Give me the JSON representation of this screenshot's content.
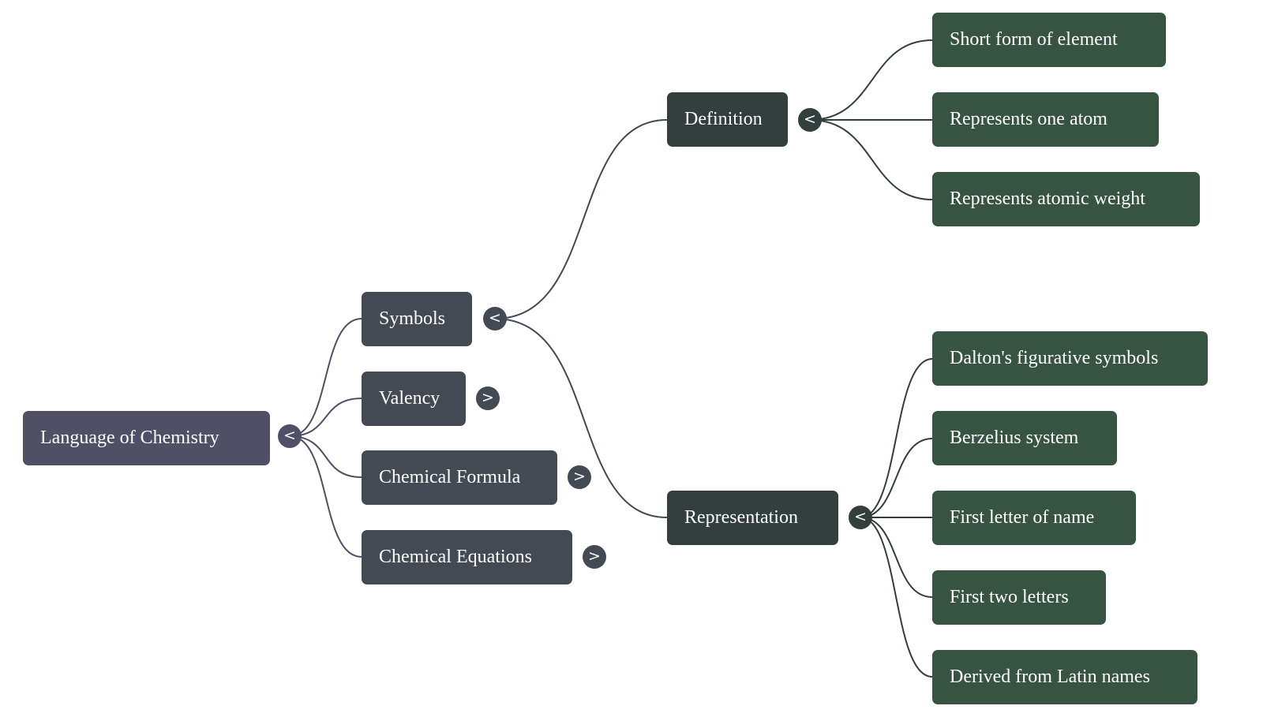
{
  "root": {
    "label": "Language of Chemistry",
    "toggle": "<",
    "toggle_icon": "collapse-icon",
    "children": [
      {
        "label": "Symbols",
        "toggle": "<",
        "toggle_icon": "collapse-icon",
        "expanded": true,
        "children": [
          {
            "label": "Definition",
            "toggle": "<",
            "expanded": true,
            "children": [
              {
                "label": "Short form of element"
              },
              {
                "label": "Represents one atom"
              },
              {
                "label": "Represents atomic weight"
              }
            ]
          },
          {
            "label": "Representation",
            "toggle": "<",
            "expanded": true,
            "children": [
              {
                "label": "Dalton's figurative symbols"
              },
              {
                "label": "Berzelius system"
              },
              {
                "label": "First letter of name"
              },
              {
                "label": "First two letters"
              },
              {
                "label": "Derived from Latin names"
              }
            ]
          }
        ]
      },
      {
        "label": "Valency",
        "toggle": ">",
        "toggle_icon": "expand-icon",
        "expanded": false
      },
      {
        "label": "Chemical Formula",
        "toggle": ">",
        "toggle_icon": "expand-icon",
        "expanded": false
      },
      {
        "label": "Chemical Equations",
        "toggle": ">",
        "toggle_icon": "expand-icon",
        "expanded": false
      }
    ]
  },
  "colors": {
    "root": "#4f5066",
    "level1": "#434a54",
    "level2": "#323f3c",
    "level3": "#375443",
    "edge_root": "#4f5066",
    "edge_level1": "#434a54",
    "edge_level2": "#323f3c"
  }
}
